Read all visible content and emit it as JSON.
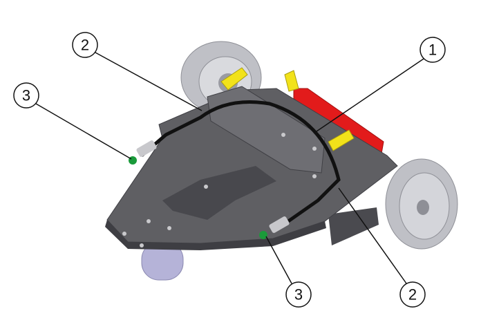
{
  "callouts": [
    {
      "id": "callout-2-top",
      "label": "2"
    },
    {
      "id": "callout-1",
      "label": "1"
    },
    {
      "id": "callout-3-left",
      "label": "3"
    },
    {
      "id": "callout-3-bottom",
      "label": "3"
    },
    {
      "id": "callout-2-bottom",
      "label": "2"
    }
  ],
  "colors": {
    "frame": "#5f5f63",
    "frame_dark": "#45454a",
    "handle": "#f2e21a",
    "bar": "#e21b1b",
    "cable": "#111111",
    "connector": "#1a9a3a",
    "wheel": "#bfc0c6"
  }
}
